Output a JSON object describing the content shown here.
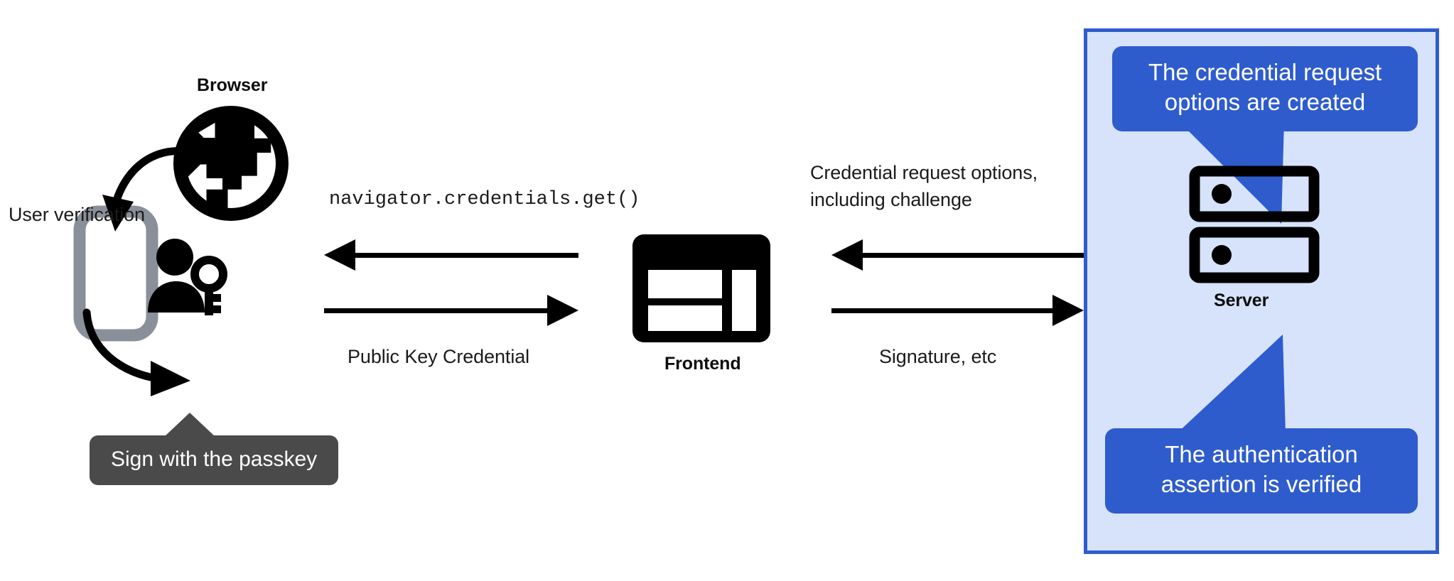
{
  "diagram": {
    "title": "WebAuthn passkey authentication flow",
    "colors": {
      "panel_fill": "#d6e3fb",
      "panel_border": "#2f5ccd",
      "callout_bg": "#2f5ccd",
      "callout_text": "#ffffff",
      "tooltip_bg": "#4a4a4a",
      "tooltip_text": "#ffffff",
      "icon_black": "#000000",
      "phone_gray": "#8a9099",
      "text": "#1b1b1b",
      "background": "#ffffff"
    }
  },
  "browser": {
    "label": "Browser",
    "icon": "globe-icon"
  },
  "phone": {
    "icon": "mobile-phone-icon",
    "label": "User verification"
  },
  "user": {
    "icon": "person-with-key-icon",
    "tooltip": "Sign with the passkey"
  },
  "frontend": {
    "label": "Frontend",
    "icon": "web-layout-icon"
  },
  "server": {
    "label": "Server",
    "icon": "server-rack-icon",
    "callout_top": {
      "line1": "The credential request",
      "line2": "options are created"
    },
    "callout_bottom": {
      "line1": "The authentication",
      "line2": "assertion is verified"
    }
  },
  "arrows": {
    "browser_to_frontend_top_label": "navigator.credentials.get()",
    "browser_to_frontend_bottom_label": "Public Key Credential",
    "frontend_to_server_top_label_line1": "Credential request options,",
    "frontend_to_server_top_label_line2": "including challenge",
    "frontend_to_server_bottom_label": "Signature, etc"
  }
}
